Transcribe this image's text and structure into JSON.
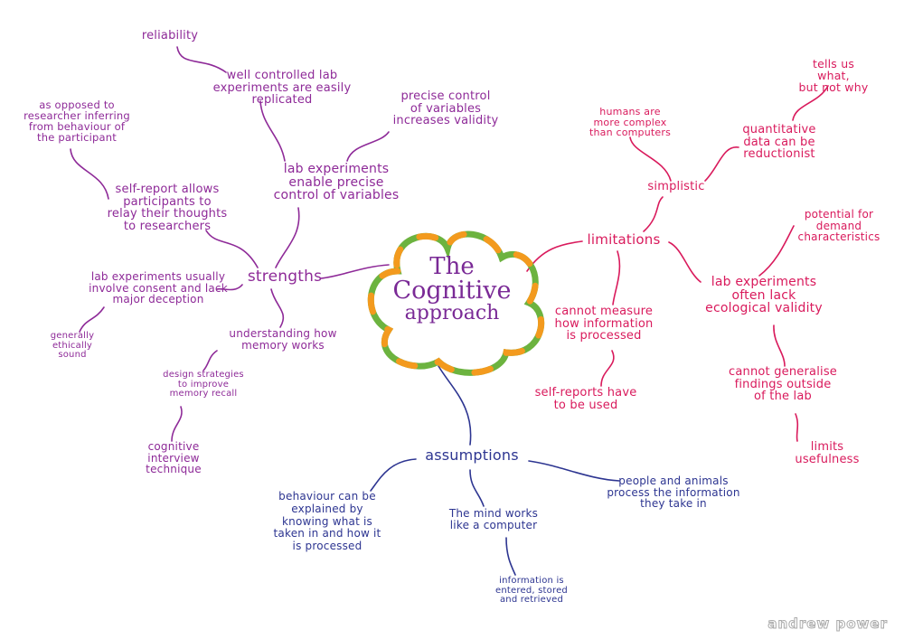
{
  "center": {
    "line1": "The",
    "line2": "Cognitive",
    "line3": "approach"
  },
  "colors": {
    "strengths": "#8e2a98",
    "limitations": "#d91a5c",
    "assumptions": "#2d3591",
    "cloud_green": "#6cb33f",
    "cloud_orange": "#f39a1e"
  },
  "strengths": {
    "label": "strengths",
    "reliability": "reliability",
    "well_controlled": "well controlled lab\nexperiments are easily\nreplicated",
    "as_opposed": "as opposed to\nresearcher inferring\nfrom behaviour of\nthe participant",
    "precise_control": "precise control\nof variables\nincreases validity",
    "lab_enable": "lab experiments\nenable precise\ncontrol of variables",
    "self_report": "self-report allows\nparticipants to\nrelay their thoughts\nto researchers",
    "consent": "lab experiments usually\ninvolve consent and lack\nmajor deception",
    "ethical": "generally\nethically\nsound",
    "memory": "understanding how\nmemory works",
    "design": "design strategies\nto improve\nmemory recall",
    "interview": "cognitive\ninterview\ntechnique"
  },
  "limitations": {
    "label": "limitations",
    "tells_us": "tells us what,\nbut not why",
    "humans": "humans are\nmore complex\nthan computers",
    "quantitative": "quantitative\ndata can be\nreductionist",
    "simplistic": "simplistic",
    "demand": "potential for\ndemand\ncharacteristics",
    "eco": "lab experiments\noften lack\necological validity",
    "cannot_measure": "cannot measure\nhow information\nis processed",
    "self_reports_used": "self-reports have\nto be used",
    "generalise": "cannot generalise\nfindings outside\nof the lab",
    "usefulness": "limits usefulness"
  },
  "assumptions": {
    "label": "assumptions",
    "behaviour": "behaviour can be\nexplained by\nknowing what is\ntaken in and how it\nis processed",
    "mind": "The mind works\nlike a computer",
    "information": "information is\nentered, stored\nand retrieved",
    "people": "people and animals\nprocess the information\nthey take in"
  },
  "watermark": "andrew power"
}
